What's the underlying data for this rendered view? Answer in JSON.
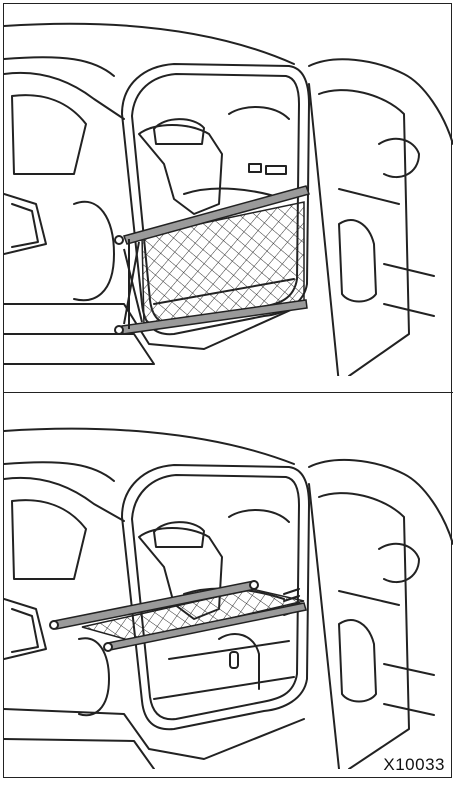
{
  "figure_code": "X10033",
  "colors": {
    "line": "#222222",
    "net": "#333333",
    "bar_fill": "#9a9a9a",
    "background": "#ffffff"
  },
  "illustrations": [
    {
      "name": "cargo-net-vertical"
    },
    {
      "name": "cargo-net-horizontal"
    }
  ]
}
